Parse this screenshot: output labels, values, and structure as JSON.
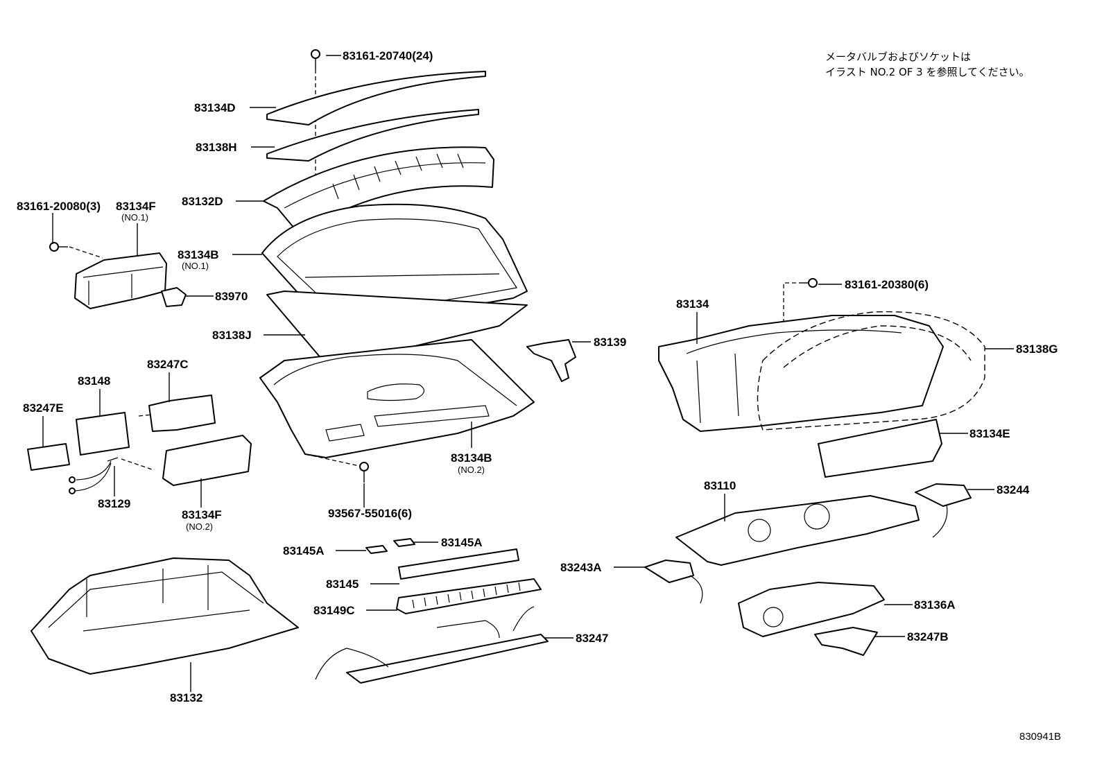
{
  "note": {
    "line1": "メータバルブおよびソケットは",
    "line2": "イラスト NO.2 OF 3 を参照してください。"
  },
  "illustration_code": "830941B",
  "labels": {
    "bolt_top": "83161-20740(24)",
    "p83134D": "83134D",
    "p83138H": "83138H",
    "p83132D": "83132D",
    "bolt_left": "83161-20080(3)",
    "p83134F_1": "83134F",
    "p83134F_1_sub": "(NO.1)",
    "p83134B_1": "83134B",
    "p83134B_1_sub": "(NO.1)",
    "p83970": "83970",
    "p83138J": "83138J",
    "p83139": "83139",
    "p83134B_2": "83134B",
    "p83134B_2_sub": "(NO.2)",
    "bolt_bottom": "93567-55016(6)",
    "p83247C": "83247C",
    "p83148": "83148",
    "p83247E": "83247E",
    "p83129": "83129",
    "p83134F_2": "83134F",
    "p83134F_2_sub": "(NO.2)",
    "p83145A_1": "83145A",
    "p83145A_2": "83145A",
    "p83145": "83145",
    "p83149C": "83149C",
    "p83247": "83247",
    "p83132": "83132",
    "bolt_right": "83161-20380(6)",
    "p83134": "83134",
    "p83138G": "83138G",
    "p83134E": "83134E",
    "p83110": "83110",
    "p83244": "83244",
    "p83243A": "83243A",
    "p83136A": "83136A",
    "p83247B": "83247B"
  }
}
